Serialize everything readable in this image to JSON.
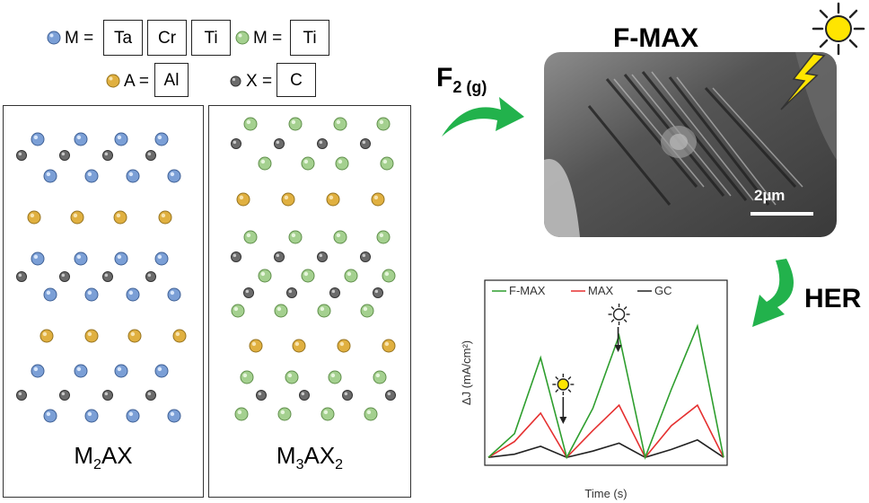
{
  "legend": {
    "m_eq": "M =",
    "m_ta": "Ta",
    "m_cr": "Cr",
    "m_ti": "Ti",
    "m_eq_green": "M =",
    "m_ti_green": "Ti",
    "a_eq": "A =",
    "a_al": "Al",
    "x_eq": "X =",
    "x_c": "C",
    "colors": {
      "blue_atom": "#7b9fd6",
      "green_atom": "#a4d08f",
      "gold_atom": "#e0b040",
      "gray_atom": "#6b6b6b"
    }
  },
  "panels": {
    "m2ax_main": "M",
    "m2ax_sub": "2",
    "m2ax_rest": "AX",
    "m3ax2_main": "M",
    "m3ax2_sub": "3",
    "m3ax2_mid": "AX",
    "m3ax2_sub2": "2"
  },
  "reaction": {
    "f2_main": "F",
    "f2_sub": "2 (g)",
    "fmax_title": "F-MAX",
    "scale_bar": "2µm",
    "her_label": "HER",
    "arrow_color": "#22b24c"
  },
  "chart_data": {
    "type": "line",
    "xlabel": "Time (s)",
    "ylabel": "ΔJ (mA/cm²)",
    "legend_placement": "top",
    "x": [
      0,
      1,
      2,
      3,
      4,
      5,
      6,
      7,
      8,
      9
    ],
    "series": [
      {
        "name": "F-MAX",
        "color": "#2e9e2e",
        "values": [
          0.05,
          0.2,
          0.68,
          0.05,
          0.36,
          0.82,
          0.05,
          0.48,
          0.88,
          0.05
        ]
      },
      {
        "name": "MAX",
        "color": "#e53030",
        "values": [
          0.05,
          0.15,
          0.33,
          0.05,
          0.22,
          0.38,
          0.05,
          0.25,
          0.38,
          0.05
        ]
      },
      {
        "name": "GC",
        "color": "#222222",
        "values": [
          0.05,
          0.07,
          0.12,
          0.05,
          0.09,
          0.14,
          0.05,
          0.1,
          0.16,
          0.05
        ]
      }
    ],
    "annotations": [
      "light-on-sun-icon",
      "light-off-sun-icon"
    ]
  }
}
